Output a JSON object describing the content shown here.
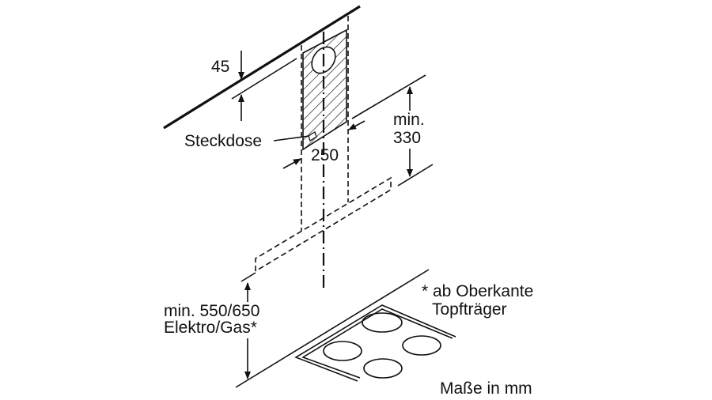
{
  "title": "Einbaumaße Wandhaube",
  "labels": {
    "dim_45": "45",
    "socket": "Steckdose",
    "dim_250": "250",
    "min_330_line1": "min.",
    "min_330_line2": "330",
    "min_550_line1": "min. 550/650",
    "min_550_line2": "Elektro/Gas*",
    "note_line1": "* ab Oberkante",
    "note_line2": "Topfträger",
    "units": "Maße in mm"
  }
}
